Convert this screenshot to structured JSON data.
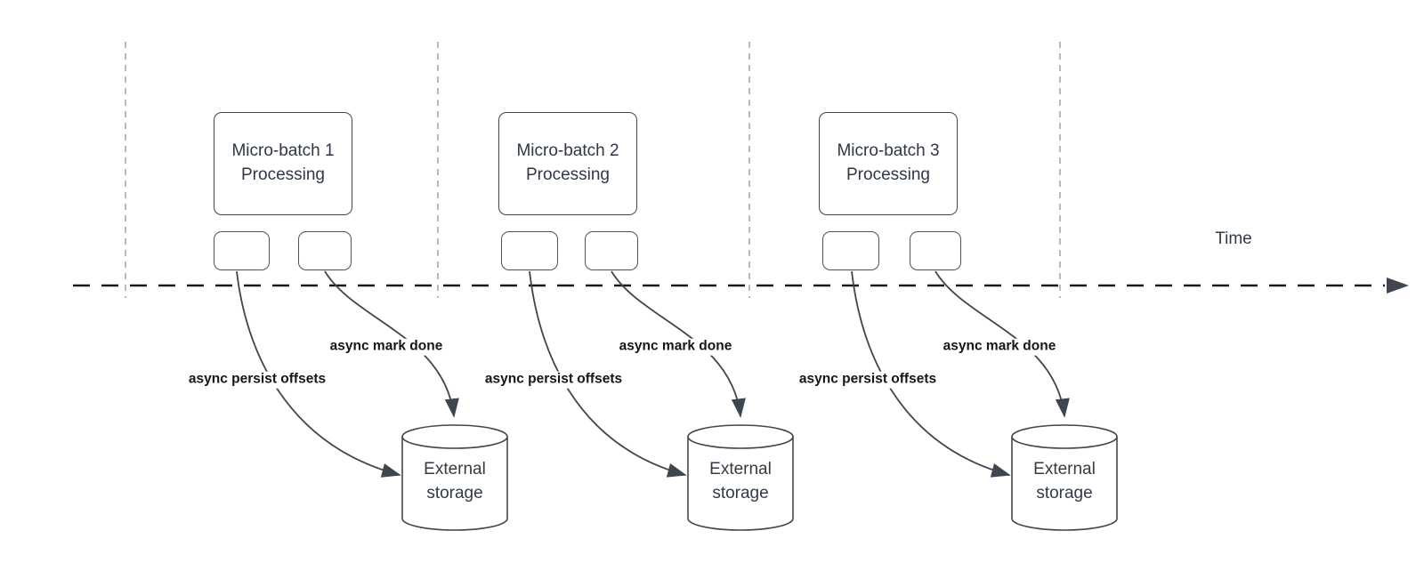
{
  "diagram": {
    "time_label": "Time",
    "colors": {
      "shape_stroke": "#40474f",
      "gridline": "#a9a9a9",
      "timeline": "#1a1a1a",
      "arrow": "#3f4650",
      "bold_label": "#13171c",
      "text": "#2f3742"
    },
    "groups": [
      {
        "title_line1": "Micro-batch 1",
        "title_line2": "Processing",
        "persist_label": "async persist offsets",
        "mark_done_label": "async mark done",
        "storage_line1": "External",
        "storage_line2": "storage"
      },
      {
        "title_line1": "Micro-batch 2",
        "title_line2": "Processing",
        "persist_label": "async persist offsets",
        "mark_done_label": "async mark done",
        "storage_line1": "External",
        "storage_line2": "storage"
      },
      {
        "title_line1": "Micro-batch 3",
        "title_line2": "Processing",
        "persist_label": "async persist offsets",
        "mark_done_label": "async mark done",
        "storage_line1": "External",
        "storage_line2": "storage"
      }
    ]
  }
}
